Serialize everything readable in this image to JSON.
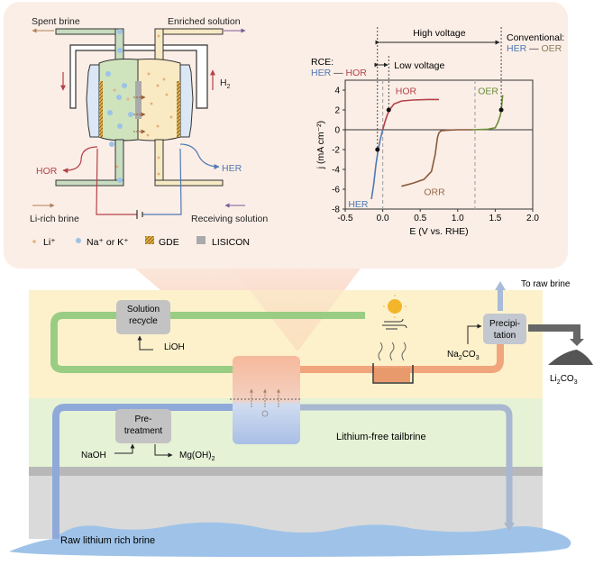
{
  "cell": {
    "spent_brine": "Spent brine",
    "enriched_solution": "Enriched solution",
    "h2": "H",
    "h2_sub": "2",
    "hor": "HOR",
    "her": "HER",
    "li_rich_brine": "Li-rich brine",
    "receiving_solution": "Receiving solution"
  },
  "legend": {
    "li": "Li⁺",
    "na_k": "Na⁺ or K⁺",
    "gde": "GDE",
    "lisicon": "LISICON"
  },
  "colors": {
    "hor": "#b5414a",
    "her": "#4f79b5",
    "oer": "#6b8c3a",
    "orr": "#8a5a3a",
    "green_pipe": "#8fc27a",
    "orange_pipe": "#e89a6c",
    "blue_pipe": "#8fa9d8"
  },
  "chart_data": {
    "type": "line",
    "xlabel": "E (V vs. RHE)",
    "ylabel": "j (mA cm⁻²)",
    "xlim": [
      -0.5,
      2.0
    ],
    "ylim": [
      -8,
      5
    ],
    "xticks": [
      "-0.5",
      "0.0",
      "0.5",
      "1.0",
      "1.5",
      "2.0"
    ],
    "yticks": [
      "4",
      "2",
      "0",
      "-2",
      "-4",
      "-6",
      "-8"
    ],
    "reference_lines": [
      0.0,
      1.23
    ],
    "series": [
      {
        "name": "HER",
        "x": [
          -0.15,
          -0.12,
          -0.09,
          -0.06,
          -0.03,
          0.0
        ],
        "y": [
          -7.0,
          -5.5,
          -3.5,
          -2.0,
          -0.9,
          0.0
        ]
      },
      {
        "name": "HOR",
        "x": [
          0.0,
          0.03,
          0.06,
          0.09,
          0.15,
          0.25,
          0.4,
          0.6,
          0.75
        ],
        "y": [
          0.0,
          0.8,
          1.5,
          2.0,
          2.6,
          2.9,
          3.0,
          3.05,
          3.05
        ]
      },
      {
        "name": "ORR",
        "x": [
          0.25,
          0.4,
          0.55,
          0.65,
          0.7,
          0.73,
          0.75,
          0.78,
          0.85,
          1.0,
          1.2
        ],
        "y": [
          -5.7,
          -5.4,
          -5.0,
          -4.2,
          -2.5,
          -0.8,
          -0.3,
          -0.1,
          -0.05,
          0.0,
          0.0
        ]
      },
      {
        "name": "OER",
        "x": [
          1.2,
          1.4,
          1.5,
          1.54,
          1.57,
          1.58,
          1.6
        ],
        "y": [
          0.0,
          0.05,
          0.2,
          0.8,
          1.5,
          2.0,
          3.5
        ]
      }
    ],
    "markers": [
      {
        "series": "HER",
        "x": -0.07,
        "y": -2
      },
      {
        "series": "HOR",
        "x": 0.08,
        "y": 2
      },
      {
        "series": "OER",
        "x": 1.58,
        "y": 2
      }
    ],
    "annotations": {
      "high_voltage": "High voltage",
      "low_voltage": "Low voltage",
      "rce_label": "RCE:",
      "rce_her": "HER",
      "rce_dash": " — ",
      "rce_hor": "HOR",
      "conv_label": "Conventional:",
      "conv_her": "HER",
      "conv_dash": " — ",
      "conv_oer": "OER",
      "curve_hor": "HOR",
      "curve_oer": "OER",
      "curve_orr": "ORR",
      "curve_her": "HER"
    }
  },
  "process": {
    "solution_recycle_1": "Solution",
    "solution_recycle_2": "recycle",
    "lioh": "LiOH",
    "precipitation_1": "Precipi-",
    "precipitation_2": "tation",
    "na2co3_a": "Na",
    "na2co3_sub": "2",
    "na2co3_b": "CO",
    "na2co3_sub2": "3",
    "li2co3_a": "Li",
    "li2co3_sub": "2",
    "li2co3_b": "CO",
    "li2co3_sub2": "3",
    "to_raw_brine": "To raw brine",
    "pretreatment_1": "Pre-",
    "pretreatment_2": "treatment",
    "naoh": "NaOH",
    "mgoh2_a": "Mg(OH)",
    "mgoh2_sub": "2",
    "tailbrine": "Lithium-free tailbrine",
    "raw_brine": "Raw lithium rich brine"
  }
}
